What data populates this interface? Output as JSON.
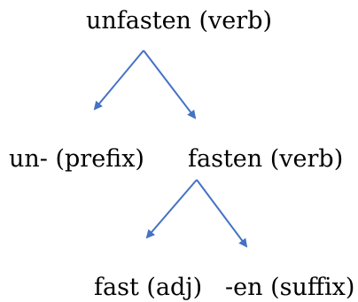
{
  "nodes": {
    "root": "unfasten (verb)",
    "prefix": "un- (prefix)",
    "stem": "fasten (verb)",
    "base": "fast (adj)",
    "suffix": "-en (suffix)"
  },
  "colors": {
    "arrow": "#4472C4",
    "text": "#000000",
    "background": "#ffffff"
  }
}
